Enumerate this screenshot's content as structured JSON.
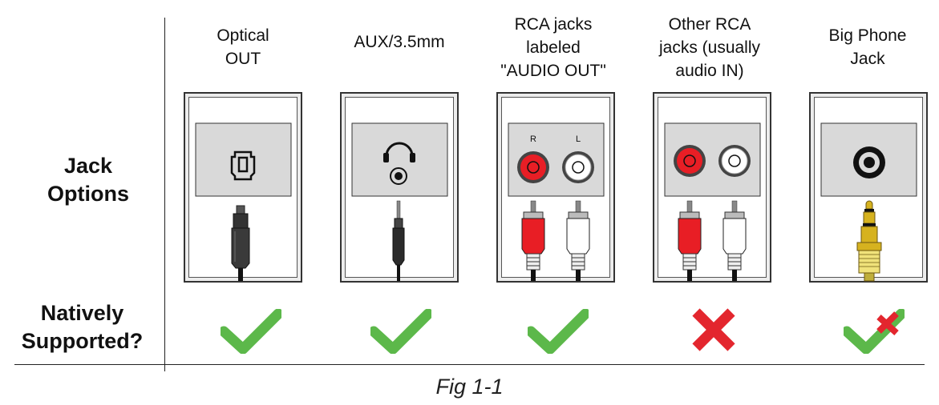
{
  "row_labels": {
    "jack_options": [
      "Jack",
      "Options"
    ],
    "natively_supported": [
      "Natively",
      "Supported?"
    ]
  },
  "columns": [
    {
      "heading": [
        "Optical",
        "OUT"
      ],
      "jack": "optical",
      "support": "check"
    },
    {
      "heading": [
        "AUX/3.5mm"
      ],
      "jack": "aux",
      "support": "check"
    },
    {
      "heading": [
        "RCA jacks",
        "labeled",
        "\"AUDIO OUT\""
      ],
      "jack": "rca-out",
      "support": "check",
      "channel_labels": {
        "right": "R",
        "left": "L"
      }
    },
    {
      "heading": [
        "Other RCA",
        "jacks (usually",
        "audio IN)"
      ],
      "jack": "rca-in",
      "support": "cross"
    },
    {
      "heading": [
        "Big Phone",
        "Jack"
      ],
      "jack": "phone",
      "support": "partial"
    }
  ],
  "caption": "Fig 1-1",
  "colors": {
    "check": "#5cb84a",
    "cross": "#e3262e",
    "rca_red": "#e81e25",
    "plug_gold": "#d6b21f",
    "panel": "#d9d9d9"
  }
}
